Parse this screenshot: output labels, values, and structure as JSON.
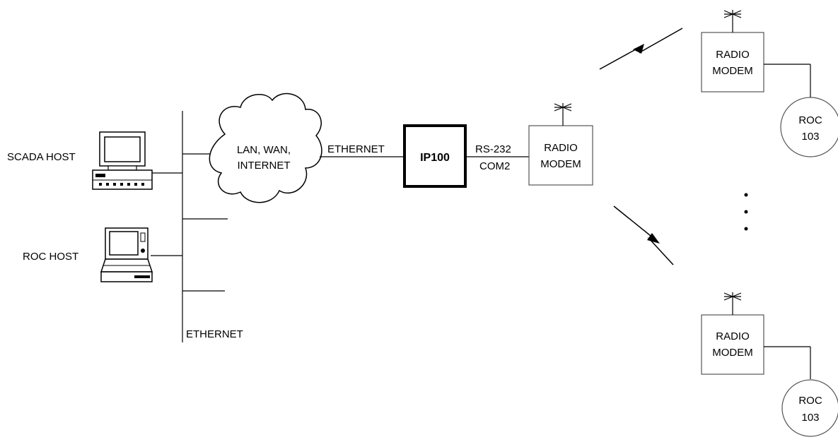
{
  "hosts": {
    "scada_label": "SCADA HOST",
    "roc_label": "ROC HOST"
  },
  "network": {
    "cloud_line1": "LAN, WAN,",
    "cloud_line2": "INTERNET",
    "bus_label": "ETHERNET",
    "link_label": "ETHERNET"
  },
  "ip100": {
    "label": "IP100",
    "port_line1": "RS-232",
    "port_line2": "COM2"
  },
  "modems": {
    "line1": "RADIO",
    "line2": "MODEM"
  },
  "roc": {
    "line1": "ROC",
    "line2": "103"
  },
  "icons": [
    "desktop-computer-icon",
    "laptop-computer-icon",
    "antenna-icon",
    "lightning-bolt-icon",
    "cloud-icon"
  ]
}
